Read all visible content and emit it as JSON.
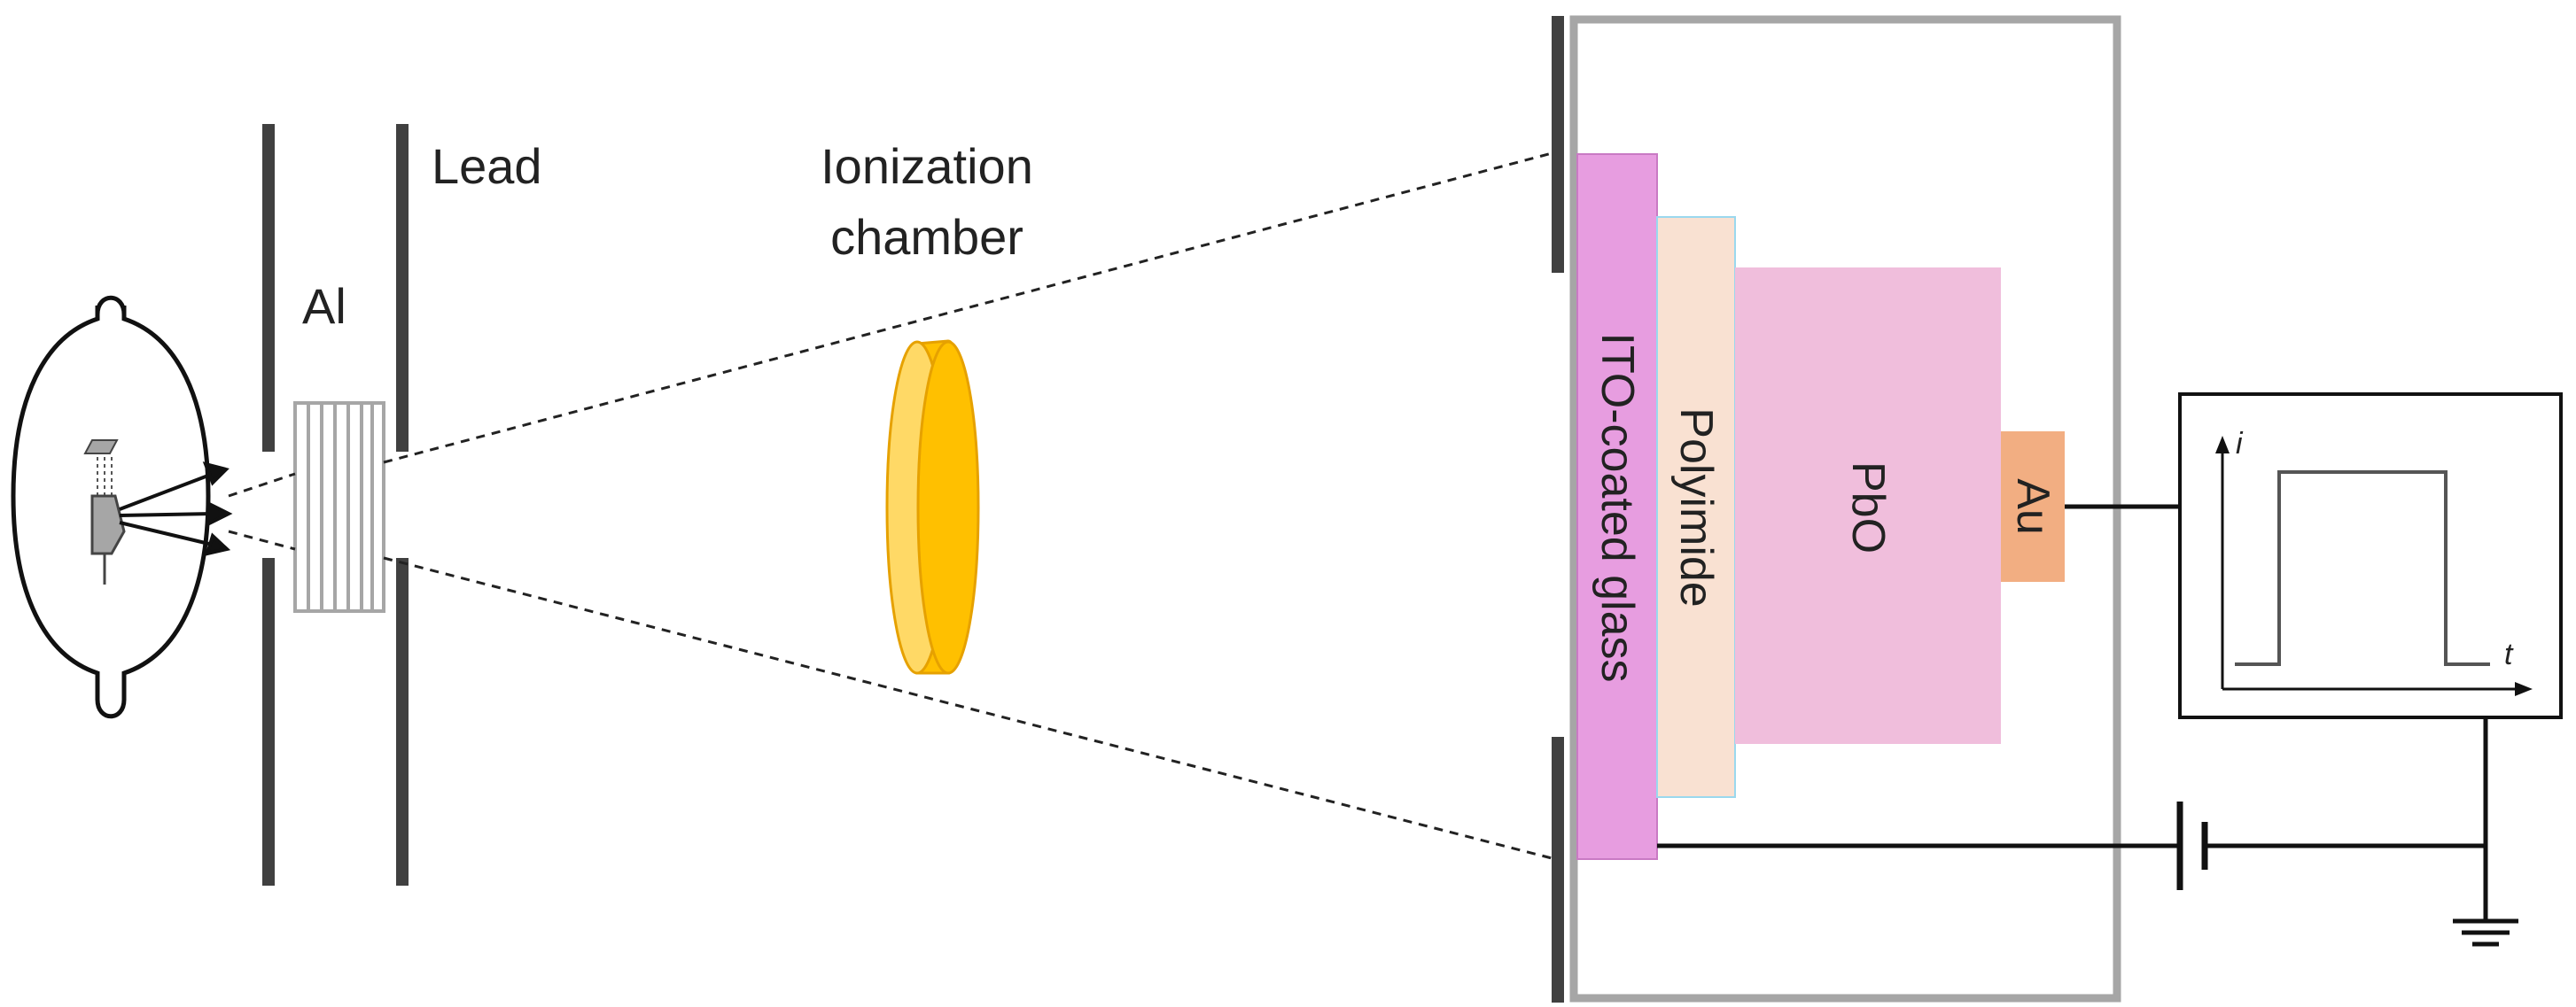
{
  "labels": {
    "al": "Al",
    "lead": "Lead",
    "ionization_chamber_line1": "Ionization",
    "ionization_chamber_line2": "chamber",
    "ito_glass": "ITO-coated glass",
    "polyimide": "Polyimide",
    "pbo": "PbO",
    "au": "Au",
    "axis_i": "i",
    "axis_t": "t"
  },
  "colors": {
    "ito_glass": "#e79de0",
    "polyimide": "#f9e1d2",
    "pbo": "#f0bedc",
    "au": "#f2ae82",
    "chamber_front": "#ffd966",
    "chamber_body": "#ffc000",
    "chamber_edge": "#e6a100",
    "lead": "#404040",
    "enclosure": "#a6a6a6",
    "wire": "#111111"
  },
  "icons": {
    "xray_tube": "xray-tube-icon",
    "ground": "ground-icon",
    "battery": "battery-icon",
    "oscilloscope": "current-pulse-graph"
  }
}
